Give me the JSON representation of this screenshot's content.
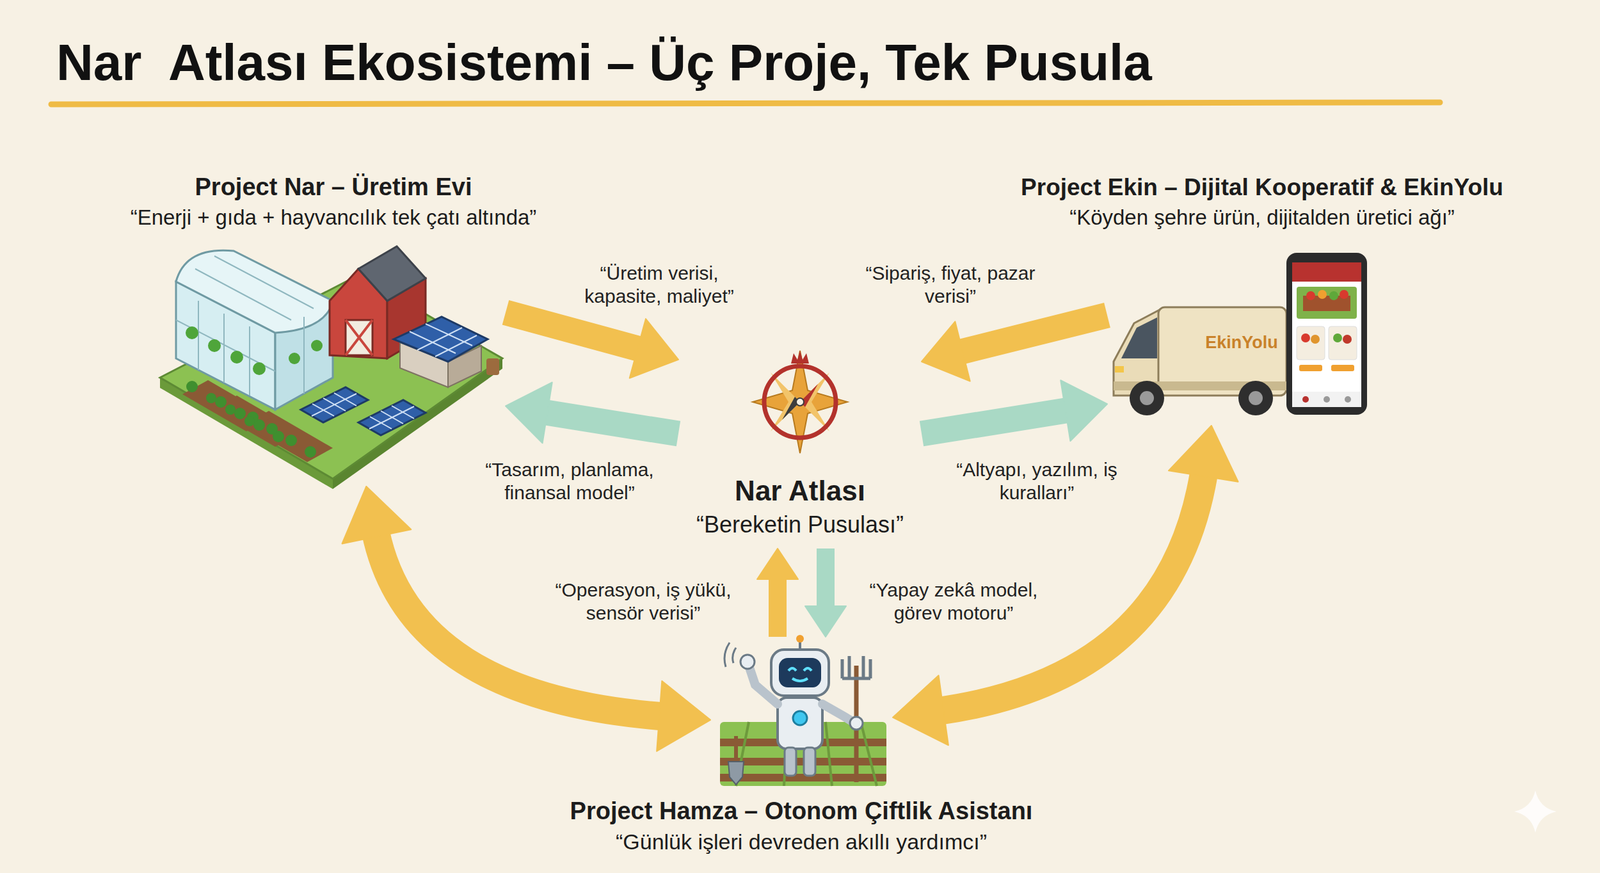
{
  "diagram": {
    "title": "Nar  Atlası Ekosistemi – Üç Proje, Tek Pusula",
    "nodes": [
      {
        "text": [
          "Project Nar – Üretim Evi",
          "“Enerji + gıda + hayvancılık tek çatı altında”"
        ]
      },
      {
        "text": [
          "Project Ekin – Dijital Kooperatif & EkinYolu",
          "“Köyden şehre ürün, dijitalden üretici ağı”"
        ]
      },
      {
        "text": [
          "Nar Atlası",
          "“Bereketin Pusulası”"
        ]
      },
      {
        "text": [
          "Project Hamza – Otonom Çiftlik Asistanı",
          "“Günlük işleri devreden akıllı yardımcı”"
        ]
      }
    ],
    "edges": [
      {
        "from": 0,
        "to": 2,
        "label": "“Üretim verisi, kapasite, maliyet”",
        "arrow": "to"
      },
      {
        "from": 2,
        "to": 0,
        "label": "“Tasarım, planlama, finansal model”",
        "arrow": "to"
      },
      {
        "from": 1,
        "to": 2,
        "label": "“Sipariş, fiyat, pazar verisi”",
        "arrow": "to"
      },
      {
        "from": 2,
        "to": 1,
        "label": "“Altyapı, yazılım, iş kuralları”",
        "arrow": "to"
      },
      {
        "from": 3,
        "to": 2,
        "label": "“Operasyon, iş yükü, sensör verisi”",
        "arrow": "to"
      },
      {
        "from": 2,
        "to": 3,
        "label": "“Yapay zekâ model, görev motoru”",
        "arrow": "to"
      },
      {
        "from": 0,
        "to": 3,
        "arrow": "both"
      },
      {
        "from": 1,
        "to": 3,
        "arrow": "both"
      }
    ],
    "labels": [
      "EkinYolu"
    ]
  }
}
